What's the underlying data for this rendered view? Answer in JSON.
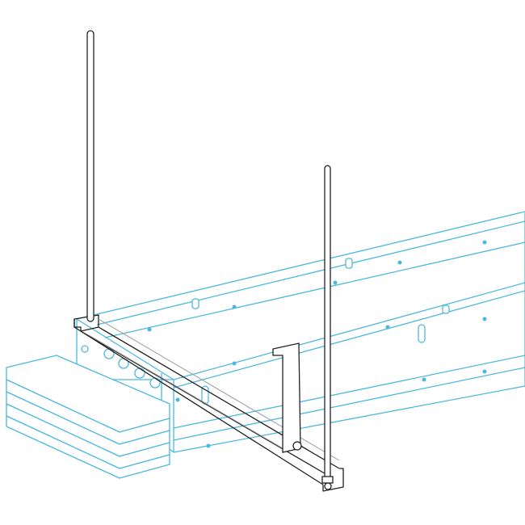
{
  "colors": {
    "busbar": "#4cb8e0",
    "hanger": "#222222",
    "background": "#ffffff"
  },
  "icons": [
    "busbar-trunking-illustration",
    "threaded-rod",
    "support-channel-bracket"
  ]
}
